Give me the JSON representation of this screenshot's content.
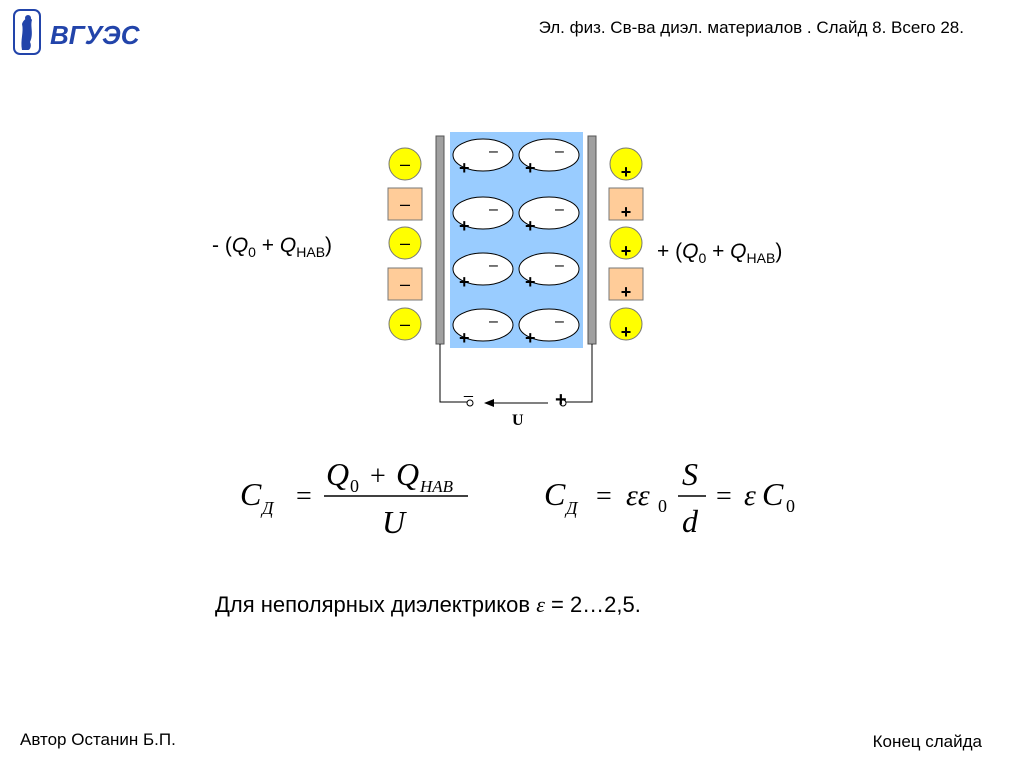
{
  "header": {
    "logo_text": "ВГУЭС",
    "title": "Эл. физ. Св-ва диэл. материалов . Слайд 8. Всего 28."
  },
  "diagram": {
    "left_charge": {
      "prefix": "- (",
      "q0": "Q",
      "q0_sub": "0",
      "plus": " + ",
      "qnav": "Q",
      "qnav_sub": "НАВ",
      "suffix": ")"
    },
    "right_charge": {
      "prefix": "+ (",
      "q0": "Q",
      "q0_sub": "0",
      "plus": " + ",
      "qnav": "Q",
      "qnav_sub": "НАВ",
      "suffix": ")"
    },
    "voltage_label": "U",
    "minus_sign": "_",
    "plus_sign": "+",
    "dipole_plus": "+",
    "dipole_minus": "–",
    "left_sign": "–",
    "right_sign": "+",
    "colors": {
      "dielectric": "#99ccff",
      "plate": "#a0a0a0",
      "circle_charge": "#ffff00",
      "square_charge": "#ffcc99"
    }
  },
  "formulas": {
    "f1": {
      "lhs": "C",
      "lhs_sub": "Д",
      "eq": "=",
      "num_q0": "Q",
      "num_q0_sub": "0",
      "num_plus": "+",
      "num_q": "Q",
      "num_q_sub": "НАВ",
      "den": "U"
    },
    "f2": {
      "lhs": "C",
      "lhs_sub": "Д",
      "eq": "=",
      "eps": "εε",
      "eps_sub": "0",
      "num": "S",
      "den": "d",
      "eq2": "=",
      "eps2": "ε",
      "c0": "C",
      "c0_sub": "0"
    }
  },
  "bullet": {
    "text_before": "Для неполярных диэлектриков ",
    "eps": "ε",
    "text_after": " = 2…2,5."
  },
  "footer": {
    "author": "Автор Останин Б.П.",
    "end": "Конец слайда"
  }
}
